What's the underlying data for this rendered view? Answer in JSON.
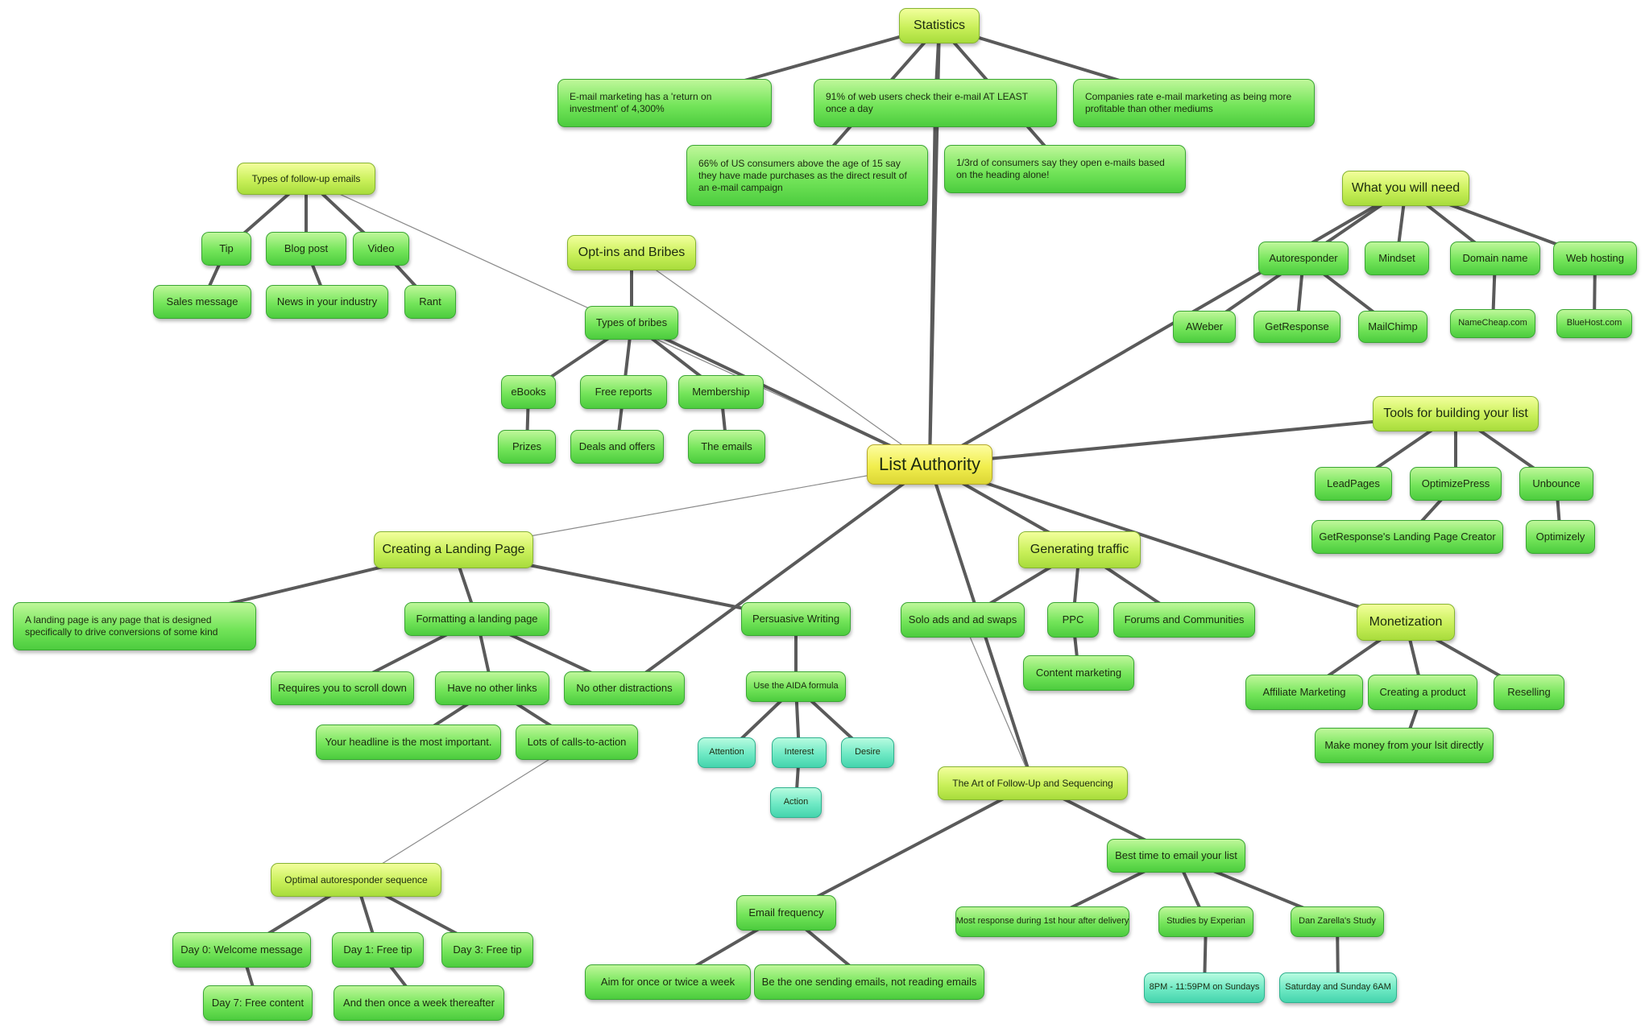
{
  "diagram": {
    "nodes": {
      "root": "List Authority",
      "statistics": "Statistics",
      "stat_roi": "E-mail marketing has a 'return on investment' of 4,300%",
      "stat_91": "91% of web users check their e-mail AT LEAST once a day",
      "stat_companies": "Companies rate e-mail marketing as being more profitable than other mediums",
      "stat_66": "66% of US consumers above the age of 15 say they have made purchases as the direct result of an e-mail campaign",
      "stat_third": "1/3rd of consumers say they open e-mails based on the heading alone!",
      "followup_types": "Types of follow-up emails",
      "tip": "Tip",
      "blog_post": "Blog post",
      "video": "Video",
      "sales_message": "Sales message",
      "news_industry": "News in your industry",
      "rant": "Rant",
      "optins": "Opt-ins and Bribes",
      "types_bribes": "Types of bribes",
      "ebooks": "eBooks",
      "free_reports": "Free reports",
      "membership": "Membership",
      "prizes": "Prizes",
      "deals_offers": "Deals and offers",
      "the_emails": "The emails",
      "need": "What you will need",
      "autoresponder": "Autoresponder",
      "mindset": "Mindset",
      "domain_name": "Domain name",
      "web_hosting": "Web hosting",
      "aweber": "AWeber",
      "getresponse": "GetResponse",
      "mailchimp": "MailChimp",
      "namecheap": "NameCheap.com",
      "bluehost": "BlueHost.com",
      "tools": "Tools for building your list",
      "leadpages": "LeadPages",
      "optimizepress": "OptimizePress",
      "unbounce": "Unbounce",
      "gr_landing": "GetResponse's Landing Page Creator",
      "optimizely": "Optimizely",
      "landing": "Creating a Landing Page",
      "landing_def": "A landing page is any page that is designed specifically to drive conversions of some kind",
      "formatting": "Formatting a landing page",
      "scroll": "Requires you to scroll down",
      "no_links": "Have no other links",
      "no_distractions": "No other distractions",
      "headline": "Your headline is the most important.",
      "calls_action": "Lots of calls-to-action",
      "persuasive": "Persuasive Writing",
      "aida": "Use the AIDA formula",
      "attention": "Attention",
      "interest": "Interest",
      "desire": "Desire",
      "action": "Action",
      "traffic": "Generating traffic",
      "solo_ads": "Solo ads and ad swaps",
      "ppc": "PPC",
      "forums": "Forums and Communities",
      "content_marketing": "Content marketing",
      "monetization": "Monetization",
      "affiliate": "Affiliate Marketing",
      "creating_product": "Creating a product",
      "reselling": "Reselling",
      "make_money": "Make money from your lsit directly",
      "followup_seq": "The Art of Follow-Up and Sequencing",
      "best_time": "Best time to email your list",
      "most_response": "Most response during 1st hour after delivery",
      "experian": "Studies by Experian",
      "zarella": "Dan Zarella's Study",
      "sundays": "8PM - 11:59PM on Sundays",
      "weekend": "Saturday and Sunday 6AM",
      "email_freq": "Email frequency",
      "aim_once": "Aim for once or twice a week",
      "be_one": "Be the one sending emails, not reading emails",
      "optimal": "Optimal autoresponder sequence",
      "day0": "Day 0: Welcome message",
      "day1": "Day 1: Free tip",
      "day3": "Day 3: Free tip",
      "day7": "Day 7: Free content",
      "week_after": "And then once a week thereafter"
    }
  }
}
